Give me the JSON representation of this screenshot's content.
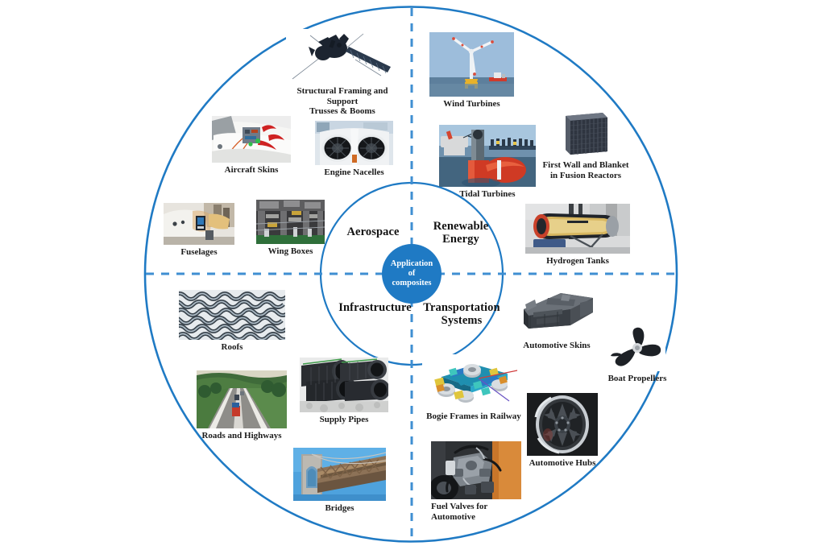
{
  "diagram": {
    "title": "Application of composites",
    "center": {
      "label": "Application\nof\ncomposites",
      "color": "#1f7ac4"
    },
    "accent_color": "#1f7ac4",
    "divider_color": "#2f86cd",
    "outer_circle_color": "#1f7ac4",
    "inner_circle_color": "#1f7ac4",
    "quadrants": [
      {
        "key": "aerospace",
        "label": "Aerospace",
        "items": [
          {
            "caption": "Structural Framing and Support\nTrusses & Booms",
            "art": "satellite"
          },
          {
            "caption": "Aircraft Skins",
            "art": "aircraft-skin"
          },
          {
            "caption": "Engine Nacelles",
            "art": "engine-nacelle"
          },
          {
            "caption": "Fuselages",
            "art": "fuselage"
          },
          {
            "caption": "Wing Boxes",
            "art": "wing-box"
          }
        ]
      },
      {
        "key": "renewable-energy",
        "label": "Renewable\nEnergy",
        "items": [
          {
            "caption": "Wind Turbines",
            "art": "wind-turbine"
          },
          {
            "caption": "First Wall and Blanket\nin Fusion Reactors",
            "art": "fusion-blanket"
          },
          {
            "caption": "Tidal Turbines",
            "art": "tidal-turbine"
          },
          {
            "caption": "Hydrogen Tanks",
            "art": "hydrogen-tank"
          }
        ]
      },
      {
        "key": "infrastructure",
        "label": "Infrastructure",
        "items": [
          {
            "caption": "Roofs",
            "art": "roof-tiles"
          },
          {
            "caption": "Roads and Highways",
            "art": "highway"
          },
          {
            "caption": "Supply Pipes",
            "art": "supply-pipes"
          },
          {
            "caption": "Bridges",
            "art": "bridge"
          }
        ]
      },
      {
        "key": "transportation-systems",
        "label": "Transportation\nSystems",
        "items": [
          {
            "caption": "Automotive Skins",
            "art": "automotive-skin"
          },
          {
            "caption": "Boat Propellers",
            "art": "boat-propeller"
          },
          {
            "caption": "Bogie Frames in Railway",
            "art": "bogie-frame"
          },
          {
            "caption": "Automotive Hubs",
            "art": "automotive-hub"
          },
          {
            "caption": "Fuel Valves for\nAutomotive",
            "art": "fuel-valve"
          }
        ]
      }
    ]
  }
}
